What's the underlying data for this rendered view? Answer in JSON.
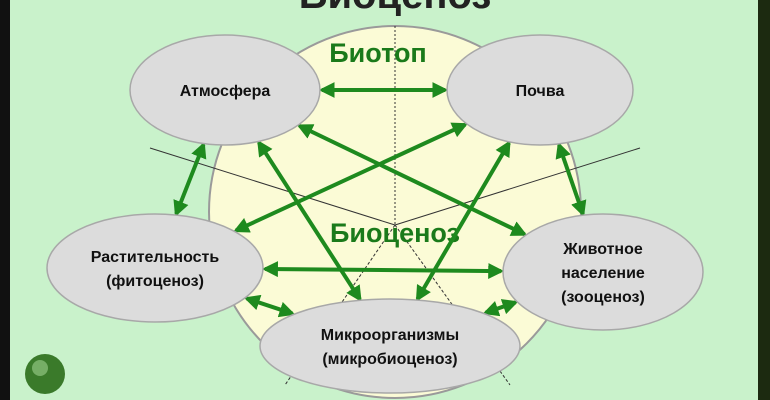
{
  "title": "Биоценоз",
  "zones": {
    "biotope": "Биотоп",
    "biocenosis": "Биоценоз"
  },
  "nodes": [
    {
      "id": "atmosphere",
      "lines": [
        "Атмосфера"
      ]
    },
    {
      "id": "soil",
      "lines": [
        "Почва"
      ]
    },
    {
      "id": "plants",
      "lines": [
        "Растительность",
        "(фитоценоз)"
      ]
    },
    {
      "id": "animals",
      "lines": [
        "Животное",
        "население",
        "(зооценоз)"
      ]
    },
    {
      "id": "microbes",
      "lines": [
        "Микроорганизмы",
        "(микробиоценоз)"
      ]
    }
  ],
  "links": [
    [
      "atmosphere",
      "soil"
    ],
    [
      "atmosphere",
      "plants"
    ],
    [
      "atmosphere",
      "animals"
    ],
    [
      "atmosphere",
      "microbes"
    ],
    [
      "soil",
      "plants"
    ],
    [
      "soil",
      "animals"
    ],
    [
      "soil",
      "microbes"
    ],
    [
      "plants",
      "animals"
    ],
    [
      "plants",
      "microbes"
    ],
    [
      "animals",
      "microbes"
    ]
  ],
  "colors": {
    "background": "#c9f2cb",
    "circle": "#fbfbd6",
    "ellipse": "#dcdcdc",
    "arrow": "#1e8a1e",
    "label": "#1a7a1a"
  }
}
